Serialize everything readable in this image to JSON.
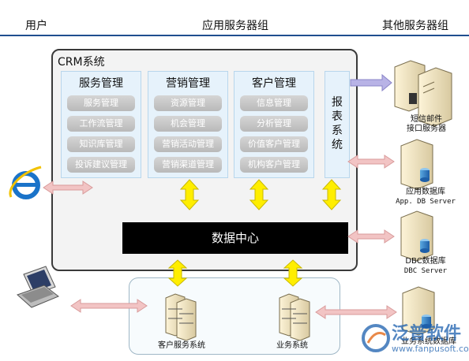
{
  "header": {
    "user_label": "用户",
    "app_servers_label": "应用服务器组",
    "other_servers_label": "其他服务器组"
  },
  "crm": {
    "title": "CRM系统",
    "modules": [
      {
        "title": "服务管理",
        "items": [
          "服务管理",
          "工作流管理",
          "知识库管理",
          "投诉建议管理"
        ]
      },
      {
        "title": "营销管理",
        "items": [
          "资源管理",
          "机会管理",
          "营销活动管理",
          "营销渠道管理"
        ]
      },
      {
        "title": "客户管理",
        "items": [
          "信息管理",
          "分析管理",
          "价值客户管理",
          "机构客户管理"
        ]
      }
    ],
    "report_chars": [
      "报",
      "表",
      "系",
      "统"
    ],
    "data_center": "数据中心"
  },
  "servers": {
    "sms": [
      "短信邮件",
      "接口服务器"
    ],
    "app_db": [
      "应用数据库",
      "App. DB Server"
    ],
    "dbc_db": [
      "DBC数据库",
      "DBC Server"
    ],
    "biz_db": "业务系统数据库",
    "customer_service": "客户服务系统",
    "business_system": "业务系统"
  },
  "watermark": {
    "text": "泛普软件",
    "url": "www.fanpusoft.com"
  },
  "colors": {
    "arrow_pink": "#f2b8b8",
    "arrow_yellow": "#ffee00",
    "arrow_purple": "#a9a4dc",
    "accent_blue": "#1f4e8f"
  }
}
